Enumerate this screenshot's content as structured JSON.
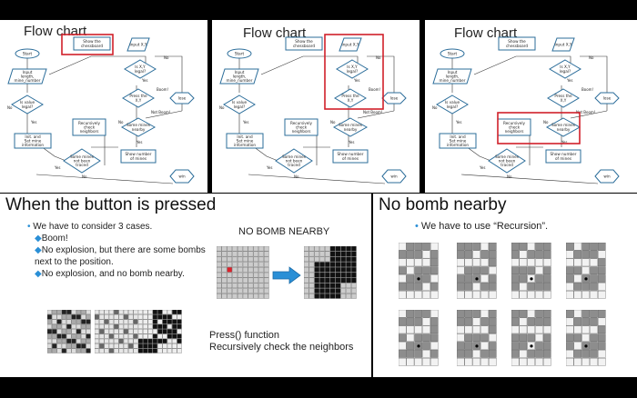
{
  "flowchart": {
    "title": "Flow chart",
    "nodes": {
      "start": "Start",
      "input_len": "Input length, mine_number",
      "show_board": "Show the chessboard",
      "input_xy": "Input X,Y",
      "xy_legal": "Is X,Y legal?",
      "is_value_legal": "Is value legal?",
      "press_xy": "Press the X,Y",
      "lose": "lose",
      "init_mine": "Init. and Set mine information",
      "recursive": "Recursively check neighbors",
      "some_nearby": "Some mines nearby",
      "show_number": "Show number of mines",
      "some_not_traced": "Some mines not been traced",
      "win": "win"
    },
    "labels": {
      "no": "No",
      "yes": "Yes",
      "boom": "Boom!",
      "not_boom": "Not Boom!"
    }
  },
  "button_slide": {
    "title": "When the button is pressed",
    "bullets": [
      "We have to consider 3 cases.",
      "Boom!",
      "No explosion, but there are some bombs next to the position.",
      "No explosion, and no bomb nearby."
    ],
    "caption": "NO BOMB NEARBY",
    "press_lines": [
      "Press() function",
      "Recursively check the neighbors"
    ]
  },
  "bomb_slide": {
    "title": "No bomb nearby",
    "bullet": "We have to use “Recursion”."
  },
  "colors": {
    "arrow_fill": "#2a8fd6",
    "highlight": "#d0202a",
    "node_stroke": "#2b6d9a"
  }
}
